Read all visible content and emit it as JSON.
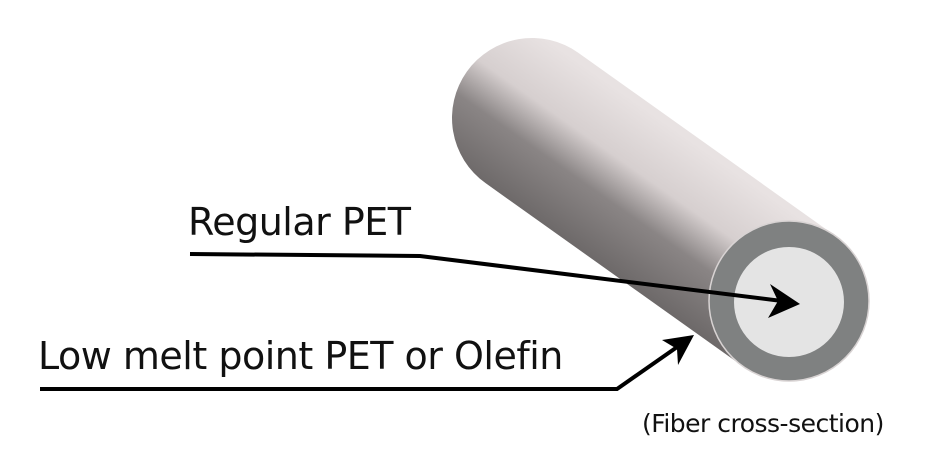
{
  "labels": {
    "regular_pet": "Regular PET",
    "low_melt": "Low melt point PET or Olefin",
    "caption": "(Fiber cross-section)"
  },
  "colors": {
    "fiber_light": "#e6dfdf",
    "fiber_dark": "#6b6767",
    "sheath": "#7f8181",
    "core": "#e4e4e4",
    "line": "#000000"
  }
}
